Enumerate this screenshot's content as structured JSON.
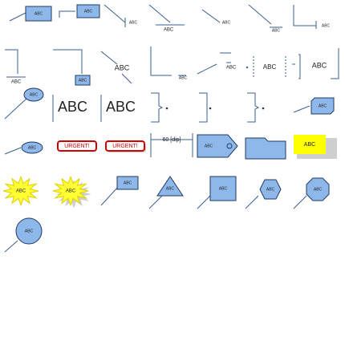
{
  "palette": {
    "callout_fill": "#8fb8ea",
    "callout_stroke": "#1f3a63",
    "line": "#3a5f92",
    "urgent_red": "#d00000",
    "burst_yellow": "#ffff33",
    "highlight_yellow": "#ffff00",
    "shadow_gray": "#cfcfcf"
  },
  "labels": {
    "abc": "ABC",
    "urgent": "URGENT!",
    "dimension": "60 [dip]"
  },
  "shapes": [
    {
      "name": "callout-line-box-small",
      "kind": "line-box",
      "label": "ABC"
    },
    {
      "name": "callout-line-box-hook",
      "kind": "line-box-hook",
      "label": "ABC"
    },
    {
      "name": "callout-diagonal-bar",
      "kind": "diag-bar",
      "label": "ABC"
    },
    {
      "name": "callout-diagonal-underline",
      "kind": "diag-under",
      "label": "ABC"
    },
    {
      "name": "callout-diagonal-small",
      "kind": "diag-small",
      "label": "ABC"
    },
    {
      "name": "callout-diagonal-long",
      "kind": "diag-long",
      "label": "ABC"
    },
    {
      "name": "callout-bracket-right",
      "kind": "bracket-right",
      "label": "ABC"
    },
    {
      "name": "callout-elbow-underline",
      "kind": "elbow-under",
      "label": "ABC"
    },
    {
      "name": "callout-elbow-box",
      "kind": "elbow-box",
      "label": "ABC"
    },
    {
      "name": "callout-diagonal-text",
      "kind": "diag-text",
      "label": "ABC"
    },
    {
      "name": "callout-corner-underline",
      "kind": "corner-under",
      "label": "ABC"
    },
    {
      "name": "callout-line-text-arrow",
      "kind": "line-text",
      "label": "ABC"
    },
    {
      "name": "callout-dotted-text",
      "kind": "dotted-text",
      "label": "ABC"
    },
    {
      "name": "callout-bracket-text",
      "kind": "bracket-text",
      "label": "ABC"
    },
    {
      "name": "callout-oval-line",
      "kind": "oval-line",
      "label": "ABC"
    },
    {
      "name": "annotation-bar-left",
      "kind": "bar-text",
      "label": "ABC"
    },
    {
      "name": "annotation-bar-left-2",
      "kind": "bar-text",
      "label": "ABC"
    },
    {
      "name": "brace-right-dot",
      "kind": "brace-dot",
      "label": ""
    },
    {
      "name": "bracket-right-dot",
      "kind": "bracket-dot",
      "label": ""
    },
    {
      "name": "brace-right-dot-2",
      "kind": "brace-dot",
      "label": ""
    },
    {
      "name": "callout-3d-box",
      "kind": "box-3d",
      "label": "ABC"
    },
    {
      "name": "callout-oval-line-2",
      "kind": "oval-line-wide",
      "label": "ABC"
    },
    {
      "name": "urgent-stamp",
      "kind": "urgent",
      "label": "URGENT!"
    },
    {
      "name": "urgent-stamp-shadow",
      "kind": "urgent-shadow",
      "label": "URGENT!"
    },
    {
      "name": "dimension-line",
      "kind": "dimension",
      "label": "60 [dip]"
    },
    {
      "name": "tag-shape",
      "kind": "tag",
      "label": "ABC"
    },
    {
      "name": "folder-shape",
      "kind": "folder",
      "label": ""
    },
    {
      "name": "highlight-note",
      "kind": "highlight",
      "label": "ABC"
    },
    {
      "name": "burst-shape",
      "kind": "burst",
      "label": "ABC"
    },
    {
      "name": "burst-shape-shadow",
      "kind": "burst-shadow",
      "label": "ABC"
    },
    {
      "name": "callout-line-box-2",
      "kind": "line-box-tall",
      "label": "ABC"
    },
    {
      "name": "callout-triangle",
      "kind": "triangle",
      "label": "ABC"
    },
    {
      "name": "callout-square",
      "kind": "square",
      "label": "ABC"
    },
    {
      "name": "callout-hexagon",
      "kind": "hexagon",
      "label": "ABC"
    },
    {
      "name": "callout-octagon",
      "kind": "octagon",
      "label": "ABC"
    },
    {
      "name": "callout-circle",
      "kind": "circle",
      "label": "ABC"
    }
  ]
}
